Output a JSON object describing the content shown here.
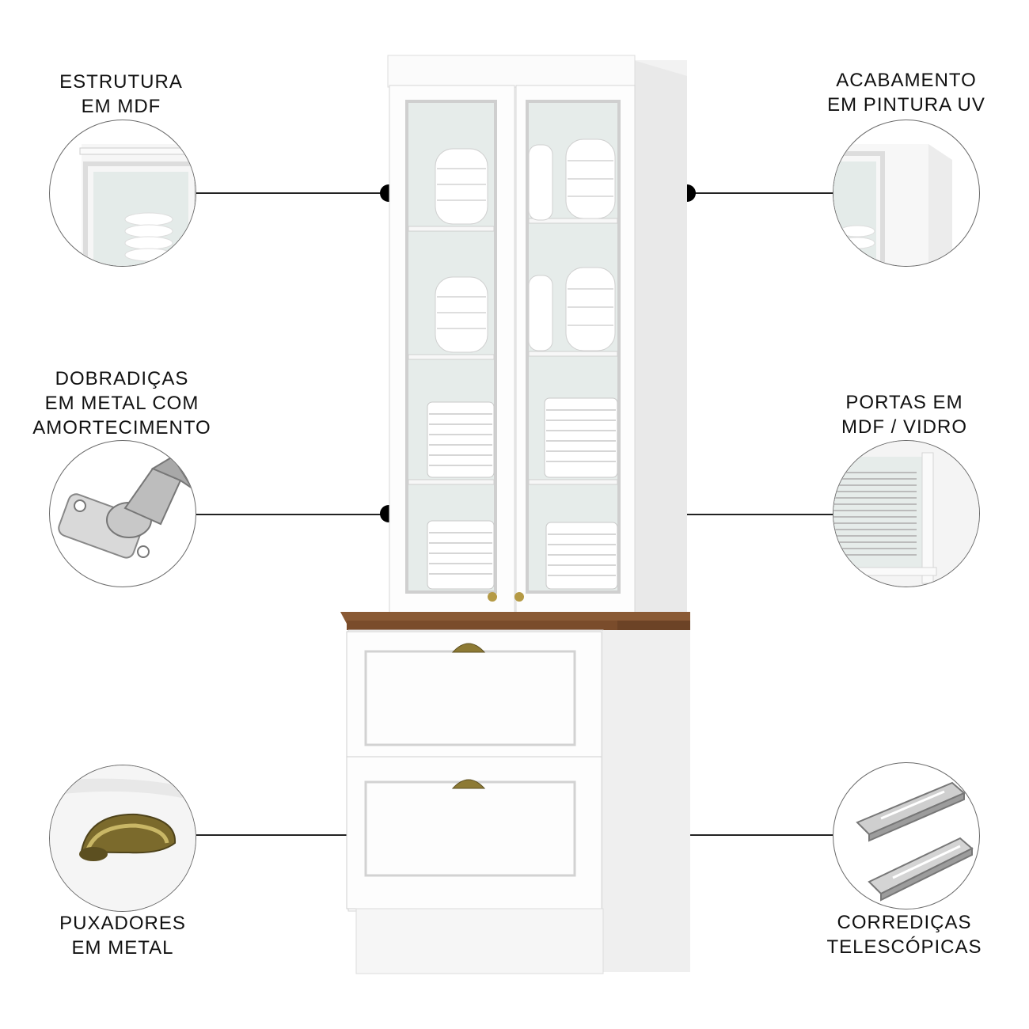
{
  "features": {
    "estrutura": "ESTRUTURA\nEM MDF",
    "acabamento": "ACABAMENTO\nEM PINTURA UV",
    "dobradicas": "DOBRADIÇAS\nEM METAL COM\nAMORTECIMENTO",
    "portas": "PORTAS EM\nMDF / VIDRO",
    "puxadores": "PUXADORES\nEM METAL",
    "corredicas": "CORREDIÇAS\nTELESCÓPICAS"
  },
  "colors": {
    "cabinet": "#ffffff",
    "glass": "#e8eeec",
    "countertop": "#8a5a35",
    "handle": "#a08a3a"
  }
}
